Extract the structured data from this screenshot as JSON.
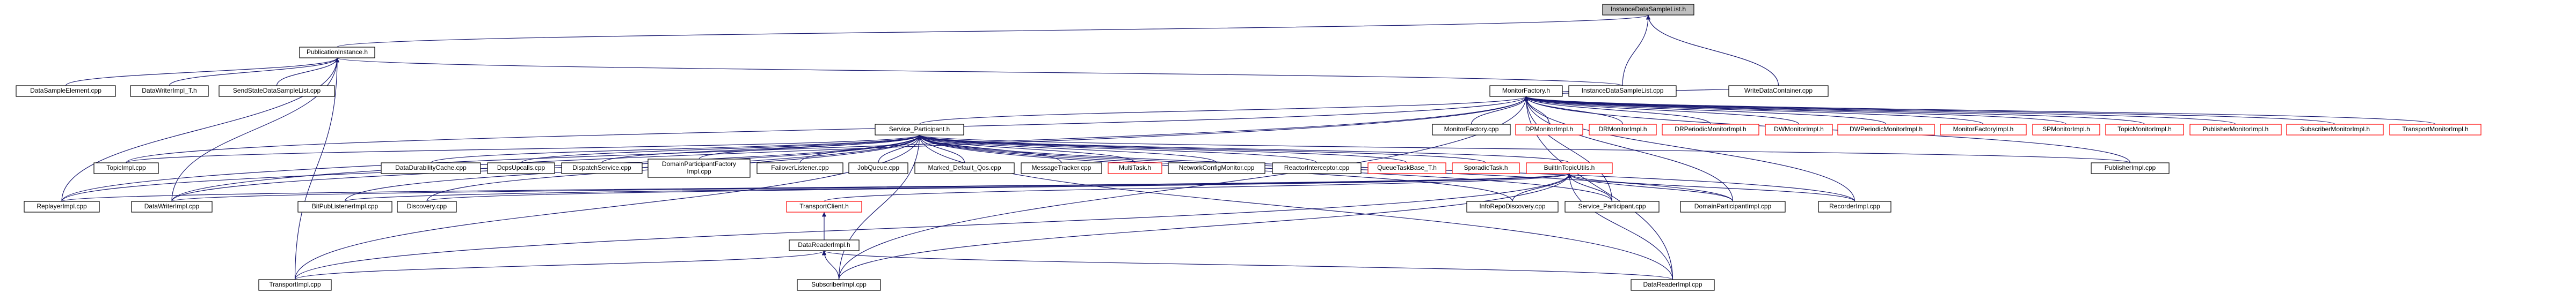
{
  "diagram": {
    "colors": {
      "edge": "#191970",
      "arrowhead": "#191970",
      "node_border_default": "#000000",
      "node_border_red": "#ff0000",
      "node_fill_default": "#ffffff",
      "node_fill_current": "#bfbfbf",
      "label_color": "#000000"
    },
    "nodes": [
      {
        "id": "n0",
        "label": "InstanceDataSampleList.h",
        "style": "current",
        "lines": [
          "InstanceDataSampleList.h"
        ]
      },
      {
        "id": "n1",
        "label": "PublicationInstance.h",
        "style": "default",
        "lines": [
          "PublicationInstance.h"
        ]
      },
      {
        "id": "n2",
        "label": "DataSampleElement.cpp",
        "style": "default",
        "lines": [
          "DataSampleElement.cpp"
        ]
      },
      {
        "id": "n3",
        "label": "DataWriterImpl_T.h",
        "style": "default",
        "lines": [
          "DataWriterImpl_T.h"
        ]
      },
      {
        "id": "n4",
        "label": "SendStateDataSampleList.cpp",
        "style": "default",
        "lines": [
          "SendStateDataSampleList.cpp"
        ]
      },
      {
        "id": "n5",
        "label": "MonitorFactory.h",
        "style": "default",
        "lines": [
          "MonitorFactory.h"
        ]
      },
      {
        "id": "n6",
        "label": "InstanceDataSampleList.cpp",
        "style": "default",
        "lines": [
          "InstanceDataSampleList.cpp"
        ]
      },
      {
        "id": "n7",
        "label": "WriteDataContainer.cpp",
        "style": "default",
        "lines": [
          "WriteDataContainer.cpp"
        ]
      },
      {
        "id": "n8",
        "label": "Service_Participant.h",
        "style": "default",
        "lines": [
          "Service_Participant.h"
        ]
      },
      {
        "id": "n9",
        "label": "MonitorFactory.cpp",
        "style": "default",
        "lines": [
          "MonitorFactory.cpp"
        ]
      },
      {
        "id": "n10",
        "label": "DPMonitorImpl.h",
        "style": "red",
        "lines": [
          "DPMonitorImpl.h"
        ]
      },
      {
        "id": "n11",
        "label": "DRMonitorImpl.h",
        "style": "red",
        "lines": [
          "DRMonitorImpl.h"
        ]
      },
      {
        "id": "n12",
        "label": "DRPeriodicMonitorImpl.h",
        "style": "red",
        "lines": [
          "DRPeriodicMonitorImpl.h"
        ]
      },
      {
        "id": "n13",
        "label": "DWMonitorImpl.h",
        "style": "red",
        "lines": [
          "DWMonitorImpl.h"
        ]
      },
      {
        "id": "n14",
        "label": "DWPeriodicMonitorImpl.h",
        "style": "red",
        "lines": [
          "DWPeriodicMonitorImpl.h"
        ]
      },
      {
        "id": "n15",
        "label": "MonitorFactoryImpl.h",
        "style": "red",
        "lines": [
          "MonitorFactoryImpl.h"
        ]
      },
      {
        "id": "n16",
        "label": "SPMonitorImpl.h",
        "style": "red",
        "lines": [
          "SPMonitorImpl.h"
        ]
      },
      {
        "id": "n17",
        "label": "TopicMonitorImpl.h",
        "style": "red",
        "lines": [
          "TopicMonitorImpl.h"
        ]
      },
      {
        "id": "n18",
        "label": "PublisherMonitorImpl.h",
        "style": "red",
        "lines": [
          "PublisherMonitorImpl.h"
        ]
      },
      {
        "id": "n19",
        "label": "SubscriberMonitorImpl.h",
        "style": "red",
        "lines": [
          "SubscriberMonitorImpl.h"
        ]
      },
      {
        "id": "n20",
        "label": "TransportMonitorImpl.h",
        "style": "red",
        "lines": [
          "TransportMonitorImpl.h"
        ]
      },
      {
        "id": "n21",
        "label": "TopicImpl.cpp",
        "style": "default",
        "lines": [
          "TopicImpl.cpp"
        ]
      },
      {
        "id": "n22",
        "label": "DataDurabilityCache.cpp",
        "style": "default",
        "lines": [
          "DataDurabilityCache.cpp"
        ]
      },
      {
        "id": "n23",
        "label": "DcpsUpcalls.cpp",
        "style": "default",
        "lines": [
          "DcpsUpcalls.cpp"
        ]
      },
      {
        "id": "n24",
        "label": "DispatchService.cpp",
        "style": "default",
        "lines": [
          "DispatchService.cpp"
        ]
      },
      {
        "id": "n25",
        "label": "DomainParticipantFactoryImpl.cpp",
        "style": "default",
        "lines": [
          "DomainParticipantFactory",
          "Impl.cpp"
        ]
      },
      {
        "id": "n26",
        "label": "FailoverListener.cpp",
        "style": "default",
        "lines": [
          "FailoverListener.cpp"
        ]
      },
      {
        "id": "n27",
        "label": "JobQueue.cpp",
        "style": "default",
        "lines": [
          "JobQueue.cpp"
        ]
      },
      {
        "id": "n28",
        "label": "Marked_Default_Qos.cpp",
        "style": "default",
        "lines": [
          "Marked_Default_Qos.cpp"
        ]
      },
      {
        "id": "n29",
        "label": "MessageTracker.cpp",
        "style": "default",
        "lines": [
          "MessageTracker.cpp"
        ]
      },
      {
        "id": "n30",
        "label": "MultiTask.h",
        "style": "red",
        "lines": [
          "MultiTask.h"
        ]
      },
      {
        "id": "n31",
        "label": "NetworkConfigMonitor.cpp",
        "style": "default",
        "lines": [
          "NetworkConfigMonitor.cpp"
        ]
      },
      {
        "id": "n32",
        "label": "ReactorInterceptor.cpp",
        "style": "default",
        "lines": [
          "ReactorInterceptor.cpp"
        ]
      },
      {
        "id": "n33",
        "label": "QueueTaskBase_T.h",
        "style": "red",
        "lines": [
          "QueueTaskBase_T.h"
        ]
      },
      {
        "id": "n34",
        "label": "SporadicTask.h",
        "style": "red",
        "lines": [
          "SporadicTask.h"
        ]
      },
      {
        "id": "n35",
        "label": "BuiltInTopicUtils.h",
        "style": "red",
        "lines": [
          "BuiltInTopicUtils.h"
        ]
      },
      {
        "id": "n36",
        "label": "PublisherImpl.cpp",
        "style": "default",
        "lines": [
          "PublisherImpl.cpp"
        ]
      },
      {
        "id": "n37",
        "label": "DataWriterImpl.cpp",
        "style": "default",
        "lines": [
          "DataWriterImpl.cpp"
        ]
      },
      {
        "id": "n38",
        "label": "ReplayerImpl.cpp",
        "style": "default",
        "lines": [
          "ReplayerImpl.cpp"
        ]
      },
      {
        "id": "n39",
        "label": "BitPubListenerImpl.cpp",
        "style": "default",
        "lines": [
          "BitPubListenerImpl.cpp"
        ]
      },
      {
        "id": "n40",
        "label": "Discovery.cpp",
        "style": "default",
        "lines": [
          "Discovery.cpp"
        ]
      },
      {
        "id": "n41",
        "label": "TransportClient.h",
        "style": "red",
        "lines": [
          "TransportClient.h"
        ]
      },
      {
        "id": "n42",
        "label": "InfoRepoDiscovery.cpp",
        "style": "default",
        "lines": [
          "InfoRepoDiscovery.cpp"
        ]
      },
      {
        "id": "n43",
        "label": "Service_Participant.cpp",
        "style": "default",
        "lines": [
          "Service_Participant.cpp"
        ]
      },
      {
        "id": "n44",
        "label": "DomainParticipantImpl.cpp",
        "style": "default",
        "lines": [
          "DomainParticipantImpl.cpp"
        ]
      },
      {
        "id": "n45",
        "label": "RecorderImpl.cpp",
        "style": "default",
        "lines": [
          "RecorderImpl.cpp"
        ]
      },
      {
        "id": "n46",
        "label": "DataReaderImpl.h",
        "style": "default",
        "lines": [
          "DataReaderImpl.h"
        ]
      },
      {
        "id": "n47",
        "label": "TransportImpl.cpp",
        "style": "default",
        "lines": [
          "TransportImpl.cpp"
        ]
      },
      {
        "id": "n48",
        "label": "SubscriberImpl.cpp",
        "style": "default",
        "lines": [
          "SubscriberImpl.cpp"
        ]
      },
      {
        "id": "n49",
        "label": "DataReaderImpl.cpp",
        "style": "default",
        "lines": [
          "DataReaderImpl.cpp"
        ]
      }
    ],
    "edges": [
      [
        "n1",
        "n0"
      ],
      [
        "n6",
        "n0"
      ],
      [
        "n7",
        "n0"
      ],
      [
        "n2",
        "n1"
      ],
      [
        "n3",
        "n1"
      ],
      [
        "n4",
        "n1"
      ],
      [
        "n6",
        "n1"
      ],
      [
        "n38",
        "n1"
      ],
      [
        "n37",
        "n1"
      ],
      [
        "n47",
        "n1"
      ],
      [
        "n6",
        "n5"
      ],
      [
        "n7",
        "n5"
      ],
      [
        "n8",
        "n5"
      ],
      [
        "n9",
        "n5"
      ],
      [
        "n10",
        "n5"
      ],
      [
        "n11",
        "n5"
      ],
      [
        "n12",
        "n5"
      ],
      [
        "n13",
        "n5"
      ],
      [
        "n14",
        "n5"
      ],
      [
        "n15",
        "n5"
      ],
      [
        "n16",
        "n5"
      ],
      [
        "n17",
        "n5"
      ],
      [
        "n18",
        "n5"
      ],
      [
        "n19",
        "n5"
      ],
      [
        "n20",
        "n5"
      ],
      [
        "n21",
        "n5"
      ],
      [
        "n36",
        "n5"
      ],
      [
        "n37",
        "n5"
      ],
      [
        "n38",
        "n5"
      ],
      [
        "n43",
        "n5"
      ],
      [
        "n44",
        "n5"
      ],
      [
        "n45",
        "n5"
      ],
      [
        "n48",
        "n5"
      ],
      [
        "n49",
        "n5"
      ],
      [
        "n21",
        "n8"
      ],
      [
        "n22",
        "n8"
      ],
      [
        "n23",
        "n8"
      ],
      [
        "n24",
        "n8"
      ],
      [
        "n25",
        "n8"
      ],
      [
        "n26",
        "n8"
      ],
      [
        "n27",
        "n8"
      ],
      [
        "n28",
        "n8"
      ],
      [
        "n29",
        "n8"
      ],
      [
        "n30",
        "n8"
      ],
      [
        "n31",
        "n8"
      ],
      [
        "n32",
        "n8"
      ],
      [
        "n33",
        "n8"
      ],
      [
        "n34",
        "n8"
      ],
      [
        "n35",
        "n8"
      ],
      [
        "n36",
        "n8"
      ],
      [
        "n37",
        "n8"
      ],
      [
        "n38",
        "n8"
      ],
      [
        "n39",
        "n8"
      ],
      [
        "n40",
        "n8"
      ],
      [
        "n42",
        "n8"
      ],
      [
        "n43",
        "n8"
      ],
      [
        "n44",
        "n8"
      ],
      [
        "n45",
        "n8"
      ],
      [
        "n47",
        "n8"
      ],
      [
        "n48",
        "n8"
      ],
      [
        "n49",
        "n8"
      ],
      [
        "n37",
        "n35"
      ],
      [
        "n38",
        "n35"
      ],
      [
        "n39",
        "n35"
      ],
      [
        "n40",
        "n35"
      ],
      [
        "n41",
        "n35"
      ],
      [
        "n42",
        "n35"
      ],
      [
        "n43",
        "n35"
      ],
      [
        "n44",
        "n35"
      ],
      [
        "n45",
        "n35"
      ],
      [
        "n47",
        "n35"
      ],
      [
        "n48",
        "n35"
      ],
      [
        "n49",
        "n35"
      ],
      [
        "n46",
        "n41"
      ],
      [
        "n47",
        "n46"
      ],
      [
        "n48",
        "n46"
      ],
      [
        "n49",
        "n46"
      ]
    ]
  }
}
